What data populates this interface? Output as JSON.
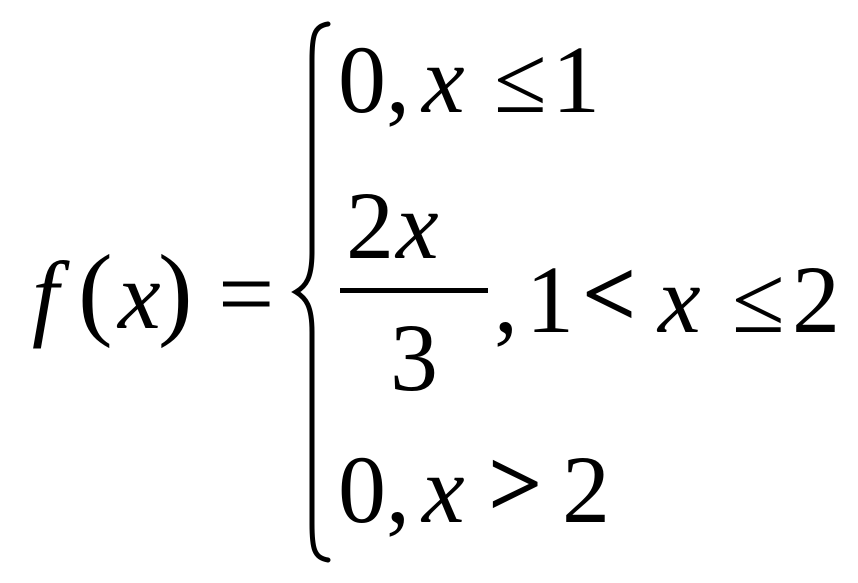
{
  "formula": {
    "lhs": {
      "func": "f",
      "open_paren": "(",
      "var": "x",
      "close_paren": ")",
      "equals": "="
    },
    "cases": [
      {
        "value": "0,",
        "var": "x",
        "op": "≤",
        "bound": "1"
      },
      {
        "numerator": "2",
        "numerator_var": "x",
        "denominator": "3",
        "comma": ",",
        "lower": "1",
        "op1": "<",
        "var": "x",
        "op2": "≤",
        "upper": "2"
      },
      {
        "value": "0,",
        "var": "x",
        "op": ">",
        "bound": "2"
      }
    ]
  }
}
